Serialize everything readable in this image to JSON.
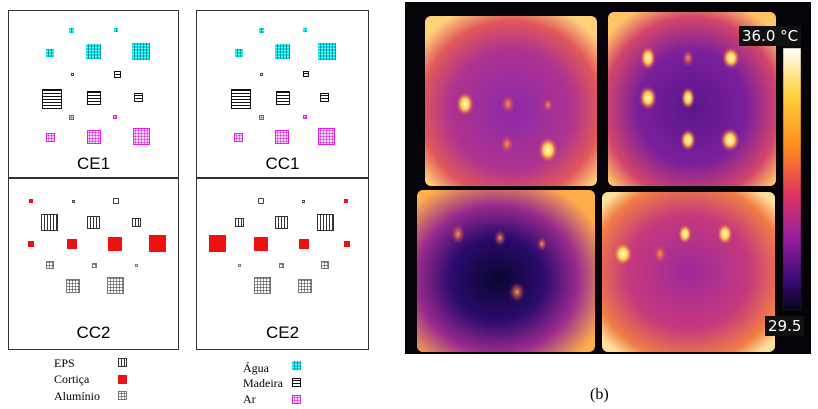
{
  "panels": {
    "top_left": "CE1",
    "top_right": "CC1",
    "bottom_left": "CC2",
    "bottom_right": "CE2"
  },
  "legend": {
    "col1": [
      "EPS",
      "Cortiça",
      "Alumínio"
    ],
    "col2": [
      "Água",
      "Madeira",
      "Ar"
    ]
  },
  "thermal": {
    "max_label": "36.0 °C",
    "min_label": "29.5",
    "scale_colors": [
      "#ffffff",
      "#ffd23a",
      "#ff8a1e",
      "#e2365c",
      "#9a1f9e",
      "#3c0a7a",
      "#06031a"
    ]
  },
  "caption": "(b)"
}
